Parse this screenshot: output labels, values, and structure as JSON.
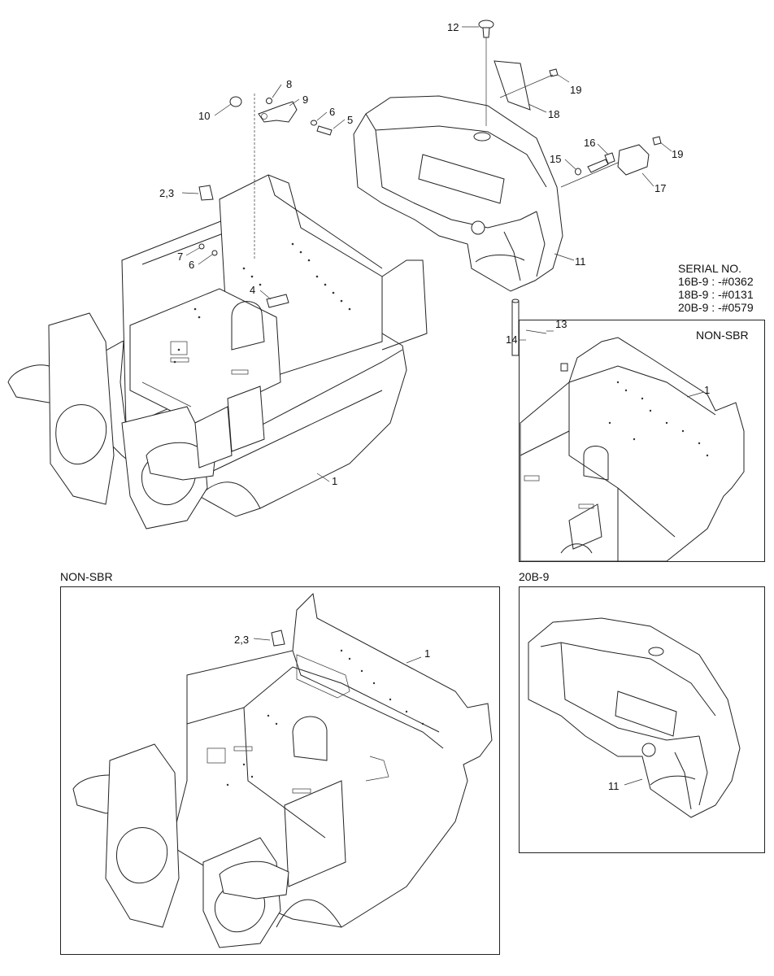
{
  "callouts": {
    "c1": "1",
    "c23": "2,3",
    "c4": "4",
    "c5": "5",
    "c6a": "6",
    "c6b": "6",
    "c7": "7",
    "c8": "8",
    "c9": "9",
    "c10": "10",
    "c11": "11",
    "c12": "12",
    "c13": "13",
    "c14": "14",
    "c15": "15",
    "c16": "16",
    "c17": "17",
    "c18": "18",
    "c19a": "19",
    "c19b": "19"
  },
  "serial": {
    "title": "SERIAL NO.",
    "lines": [
      "16B-9 : -#0362",
      "18B-9 : -#0131",
      "20B-9 : -#0579"
    ]
  },
  "detail_right": {
    "title": "NON-SBR",
    "callout": "1"
  },
  "detail_bottom_left": {
    "title": "NON-SBR",
    "callout_1": "1",
    "callout_23": "2,3"
  },
  "detail_bottom_right": {
    "title": "20B-9",
    "callout": "11"
  }
}
